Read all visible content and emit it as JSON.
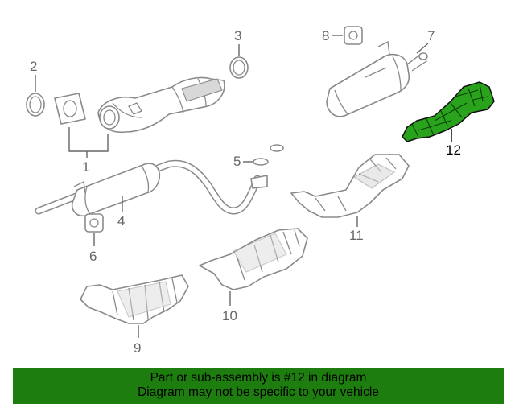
{
  "callouts": {
    "c1": "1",
    "c2": "2",
    "c3": "3",
    "c4": "4",
    "c5": "5",
    "c6": "6",
    "c7": "7",
    "c8": "8",
    "c9": "9",
    "c10": "10",
    "c11": "11",
    "c12": "12"
  },
  "highlight_part": "12",
  "colors": {
    "highlight": "#29a31b",
    "banner": "#1e7d0f",
    "line": "#8a8a8a",
    "label": "#666666"
  },
  "banner": {
    "line1": "Part or sub-assembly is #12 in diagram",
    "line2": "Diagram may not be specific to your vehicle"
  }
}
